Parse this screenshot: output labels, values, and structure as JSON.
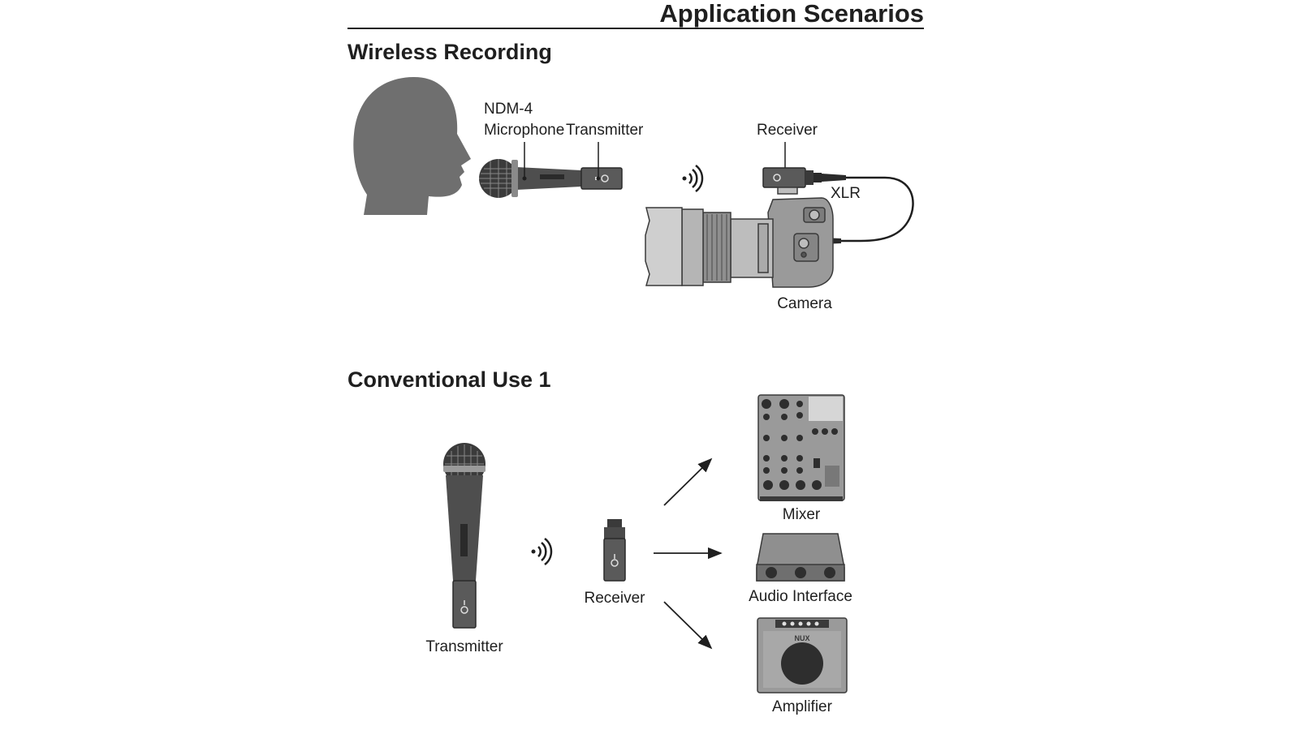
{
  "page": {
    "title": "Application Scenarios"
  },
  "wireless_recording": {
    "heading": "Wireless Recording",
    "labels": {
      "model": "NDM-4",
      "microphone": "Microphone",
      "transmitter": "Transmitter",
      "receiver": "Receiver",
      "xlr": "XLR",
      "camera": "Camera"
    }
  },
  "conventional_use": {
    "heading": "Conventional Use 1",
    "labels": {
      "transmitter": "Transmitter",
      "receiver": "Receiver",
      "mixer": "Mixer",
      "audio_interface": "Audio Interface",
      "amplifier": "Amplifier",
      "amp_brand": "NUX"
    }
  },
  "colors": {
    "ink": "#1f1f1f",
    "device_dark": "#4a4a4a",
    "device_mid": "#7a7a7a",
    "device_light": "#bdbdbd",
    "head": "#6f6f6f"
  },
  "icons": [
    "head-silhouette-icon",
    "microphone-icon",
    "wireless-signal-icon",
    "camera-icon",
    "mixer-icon",
    "audio-interface-icon",
    "amplifier-icon"
  ]
}
